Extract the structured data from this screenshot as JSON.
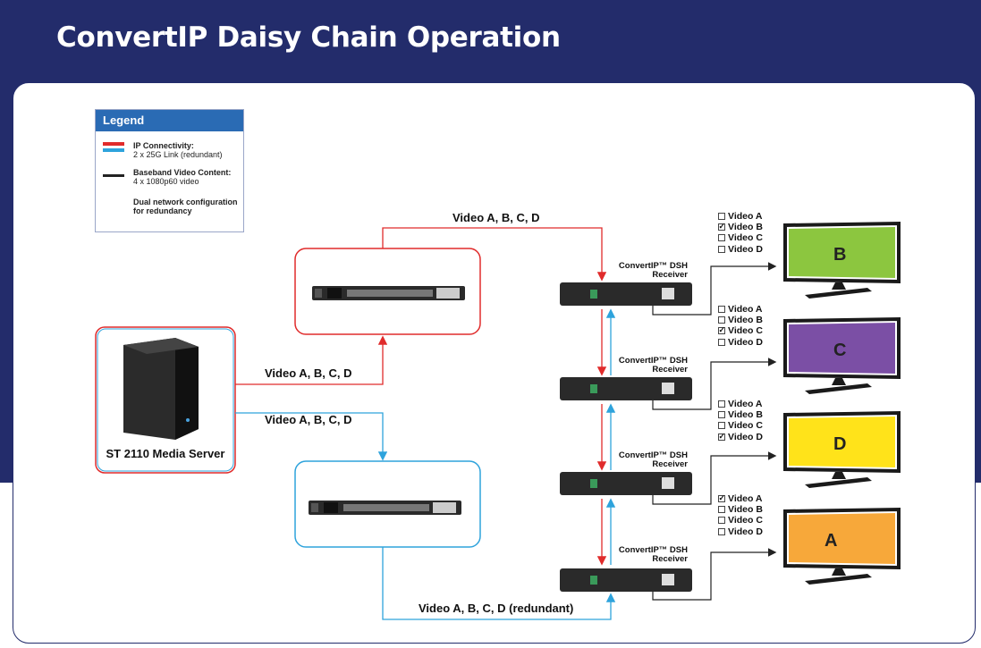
{
  "title": "ConvertIP Daisy Chain Operation",
  "legend": {
    "heading": "Legend",
    "ip_title": "IP Connectivity:",
    "ip_sub": "2 x 25G Link (redundant)",
    "bb_title": "Baseband Video Content:",
    "bb_sub": "4 x 1080p60 video",
    "note1": "Dual network configuration",
    "note2": "for redundancy"
  },
  "colors": {
    "red": "#e02b2b",
    "blue": "#2ea3dc",
    "navy": "#232c6b",
    "black": "#222222"
  },
  "server_label": "ST 2110 Media Server",
  "labels": {
    "top": "Video A, B, C, D",
    "server_red": "Video A, B, C, D",
    "server_blue": "Video A, B, C, D",
    "bottom": "Video A, B, C, D (redundant)"
  },
  "receiver": {
    "line1": "ConvertIP™ DSH",
    "line2": "Receiver"
  },
  "outputs": [
    {
      "monitor": "B",
      "color": "#8cc63f",
      "options": [
        {
          "label": "Video A",
          "checked": false
        },
        {
          "label": "Video B",
          "checked": true
        },
        {
          "label": "Video C",
          "checked": false
        },
        {
          "label": "Video D",
          "checked": false
        }
      ]
    },
    {
      "monitor": "C",
      "color": "#7b4fa5",
      "options": [
        {
          "label": "Video A",
          "checked": false
        },
        {
          "label": "Video B",
          "checked": false
        },
        {
          "label": "Video C",
          "checked": true
        },
        {
          "label": "Video D",
          "checked": false
        }
      ]
    },
    {
      "monitor": "D",
      "color": "#ffe31a",
      "options": [
        {
          "label": "Video A",
          "checked": false
        },
        {
          "label": "Video B",
          "checked": false
        },
        {
          "label": "Video C",
          "checked": false
        },
        {
          "label": "Video D",
          "checked": true
        }
      ]
    },
    {
      "monitor": "A",
      "color": "#f7a83a",
      "options": [
        {
          "label": "Video A",
          "checked": true
        },
        {
          "label": "Video B",
          "checked": false
        },
        {
          "label": "Video C",
          "checked": false
        },
        {
          "label": "Video D",
          "checked": false
        }
      ]
    }
  ]
}
